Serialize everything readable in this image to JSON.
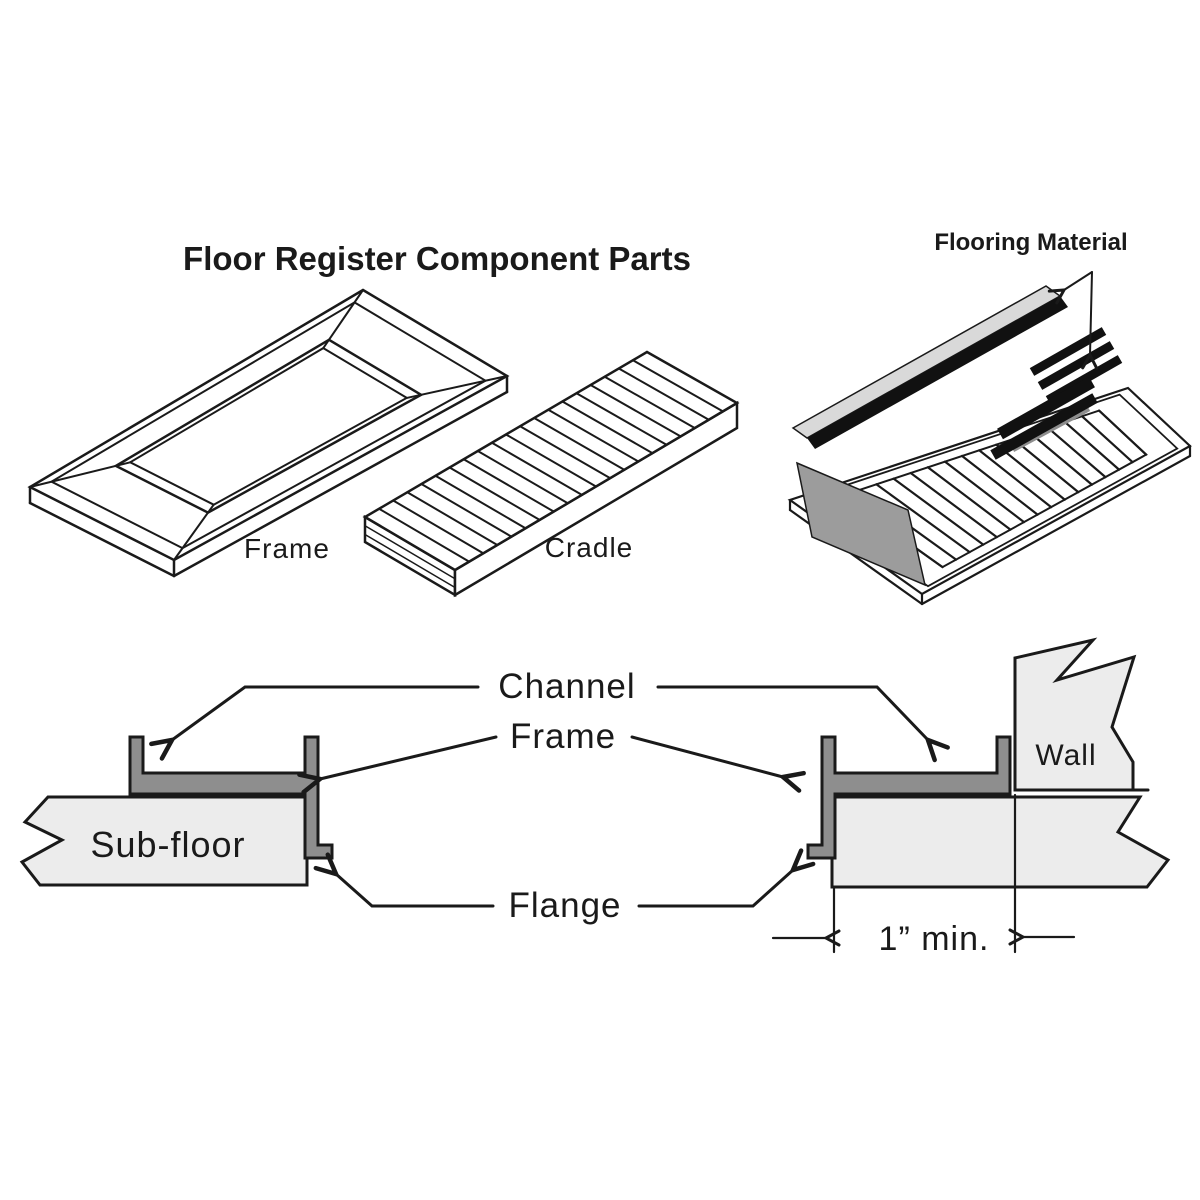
{
  "title": "Floor Register Component Parts",
  "exploded_parts": {
    "frame_label": "Frame",
    "cradle_label": "Cradle",
    "flooring_material_label": "Flooring Material"
  },
  "cross_section": {
    "channel_label": "Channel",
    "frame_label": "Frame",
    "subfloor_label": "Sub-floor",
    "wall_label": "Wall",
    "flange_label": "Flange",
    "min_flooring_dimension": "1” min."
  },
  "colors": {
    "outline": "#1a1a1a",
    "light_fill": "#ececec",
    "channel_gray": "#8e8e8e",
    "plank_gray": "#d9d9d9",
    "wedge_gray": "#9c9c9c",
    "strip_black": "#111111",
    "background": "#ffffff"
  }
}
